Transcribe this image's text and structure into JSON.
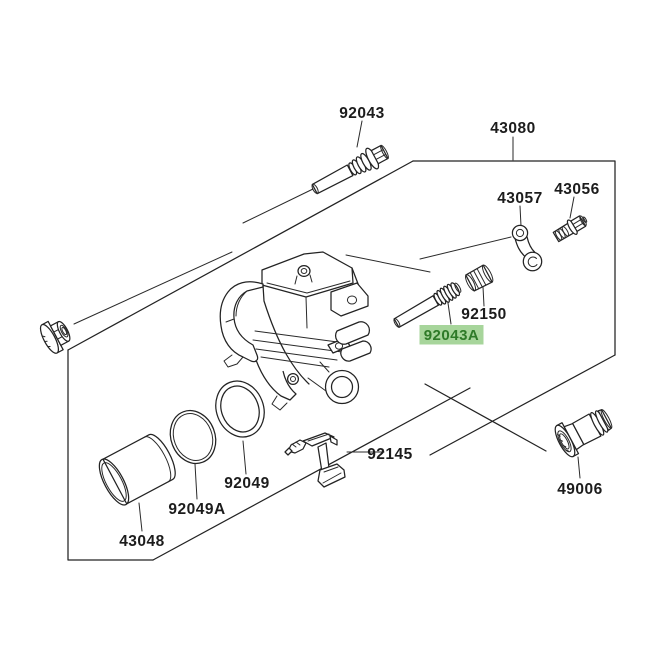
{
  "diagram": {
    "kind": "exploded-parts-diagram-brake-caliper",
    "background_color": "#ffffff",
    "line_color": "#232323",
    "highlight": {
      "bg": "#a7d59b",
      "text": "#2e7a28"
    },
    "parts": [
      {
        "number": "92043",
        "highlighted": false
      },
      {
        "number": "43080",
        "highlighted": false
      },
      {
        "number": "43057",
        "highlighted": false
      },
      {
        "number": "43056",
        "highlighted": false
      },
      {
        "number": "92150",
        "highlighted": false
      },
      {
        "number": "92043A",
        "highlighted": true
      },
      {
        "number": "92145",
        "highlighted": false
      },
      {
        "number": "92049",
        "highlighted": false
      },
      {
        "number": "92049A",
        "highlighted": false
      },
      {
        "number": "43048",
        "highlighted": false
      },
      {
        "number": "49006",
        "highlighted": false
      }
    ]
  }
}
